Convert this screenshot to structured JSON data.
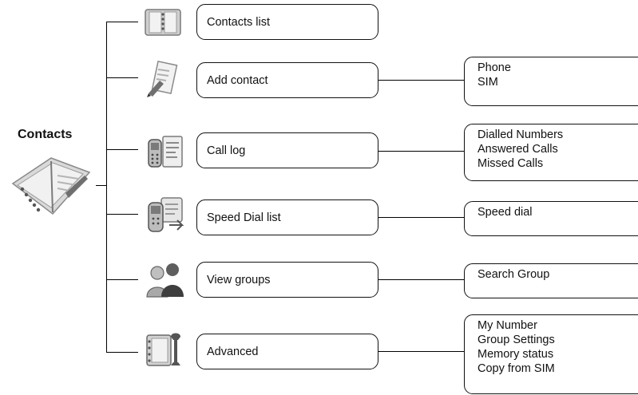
{
  "root": {
    "label": "Contacts",
    "icon": "address-book-icon"
  },
  "items": [
    {
      "label": "Contacts list",
      "icon": "open-book-icon",
      "sub": []
    },
    {
      "label": "Add contact",
      "icon": "pen-document-icon",
      "sub": [
        "Phone",
        "SIM"
      ]
    },
    {
      "label": "Call log",
      "icon": "phone-list-icon",
      "sub": [
        "Dialled Numbers",
        "Answered Calls",
        "Missed Calls"
      ]
    },
    {
      "label": "Speed Dial list",
      "icon": "phone-dial-icon",
      "sub": [
        "Speed dial"
      ]
    },
    {
      "label": "View groups",
      "icon": "people-icon",
      "sub": [
        "Search Group"
      ]
    },
    {
      "label": "Advanced",
      "icon": "book-tools-icon",
      "sub": [
        "My Number",
        "Group Settings",
        "Memory status",
        "Copy from SIM"
      ]
    }
  ]
}
